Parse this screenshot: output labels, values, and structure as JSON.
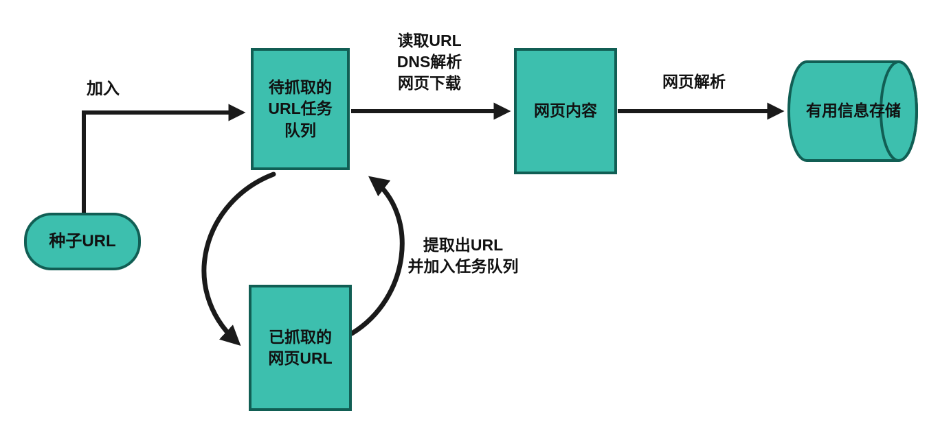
{
  "diagram": {
    "title": "web-crawler-flowchart",
    "colors": {
      "node_fill": "#3dbfae",
      "node_border": "#115e54",
      "arrow": "#1a1a1a",
      "text": "#111111",
      "background": "#ffffff"
    },
    "nodes": {
      "seed_url": {
        "shape": "rounded",
        "label": "种子URL"
      },
      "task_queue": {
        "shape": "rect",
        "lines": [
          "待抓取的",
          "URL任务",
          "队列"
        ]
      },
      "page_content": {
        "shape": "rect",
        "label": "网页内容"
      },
      "storage": {
        "shape": "cylinder",
        "label": "有用信息存储"
      },
      "crawled_urls": {
        "shape": "rect",
        "lines": [
          "已抓取的",
          "网页URL"
        ]
      }
    },
    "edges": {
      "join": {
        "from": "seed_url",
        "to": "task_queue",
        "label": "加入"
      },
      "fetch": {
        "from": "task_queue",
        "to": "page_content",
        "lines": [
          "读取URL",
          "DNS解析",
          "网页下载"
        ]
      },
      "parse": {
        "from": "page_content",
        "to": "storage",
        "label": "网页解析"
      },
      "extract_down": {
        "from": "task_queue",
        "to": "crawled_urls"
      },
      "extract_up": {
        "from": "crawled_urls",
        "to": "task_queue",
        "lines": [
          "提取出URL",
          "并加入任务队列"
        ]
      }
    }
  }
}
